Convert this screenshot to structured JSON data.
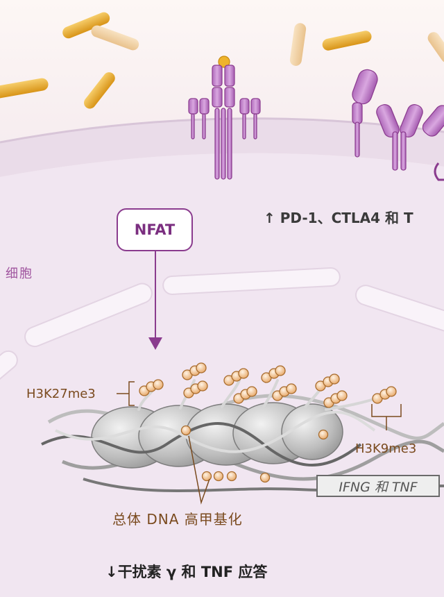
{
  "labels": {
    "cell": "细胞",
    "receptors": "↑ PD-1、CTLA4 和 T",
    "nfat": "NFAT",
    "h3k27": "H3K27me3",
    "h3k9": "H3K9me3",
    "genes": "IFNG 和 TNF",
    "dna_methylation": "总体 DNA 高甲基化",
    "response": "↓干扰素 γ 和 TNF 应答"
  },
  "colors": {
    "background": "#f6eef6",
    "membrane": "#e7d9e8",
    "receptor": "#c98bd3",
    "receptor_dark": "#8a3b8e",
    "bacteria": "#e9a82b",
    "bacteria_faded": "#f0cf98",
    "nucleosome": "#b5b5b5",
    "methyl": "#f0b77a",
    "label_brown": "#7a4a1e",
    "label_purple": "#8a3b8e"
  }
}
